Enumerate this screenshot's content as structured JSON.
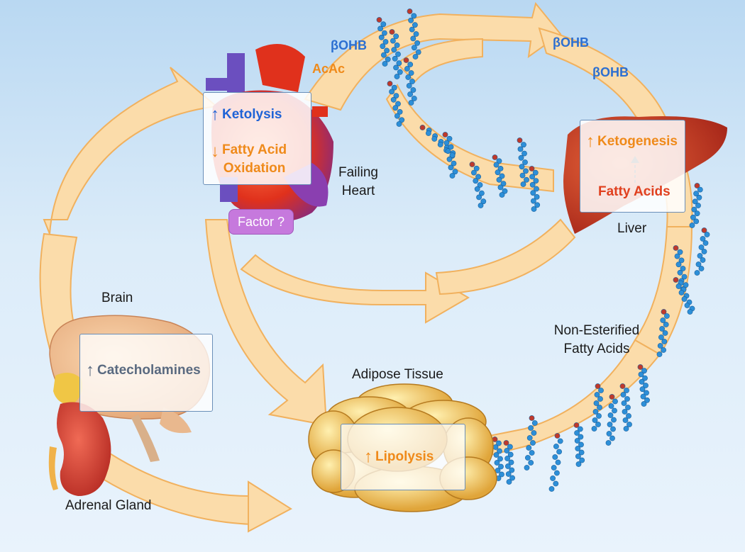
{
  "labels": {
    "failing_heart": [
      "Failing",
      "Heart"
    ],
    "liver": "Liver",
    "brain": "Brain",
    "adrenal_gland": "Adrenal Gland",
    "adipose_tissue": "Adipose Tissue",
    "nefa": [
      "Non-Esterified",
      "Fatty Acids"
    ]
  },
  "molecules": {
    "bohb_heart": "βOHB",
    "acac": "AcAc",
    "bohb_liver_1": "βOHB",
    "bohb_liver_2": "βOHB"
  },
  "heart_box": {
    "ketolysis": "Ketolysis",
    "fatty_acid_oxidation": [
      "Fatty Acid",
      "Oxidation"
    ]
  },
  "liver_box": {
    "ketogenesis": "Ketogenesis",
    "fatty_acids": "Fatty Acids"
  },
  "brain_box": {
    "catecholamines": "Catecholamines"
  },
  "adipose_box": {
    "lipolysis": "Lipolysis"
  },
  "factor_badge": "Factor ?",
  "colors": {
    "arrow_fill": "#fbdcaa",
    "arrow_stroke": "#f1b15e",
    "up_blue": "#1f63d6",
    "orange": "#ef8a1a",
    "red": "#e0401f",
    "factor_purple": "#c679dd"
  }
}
